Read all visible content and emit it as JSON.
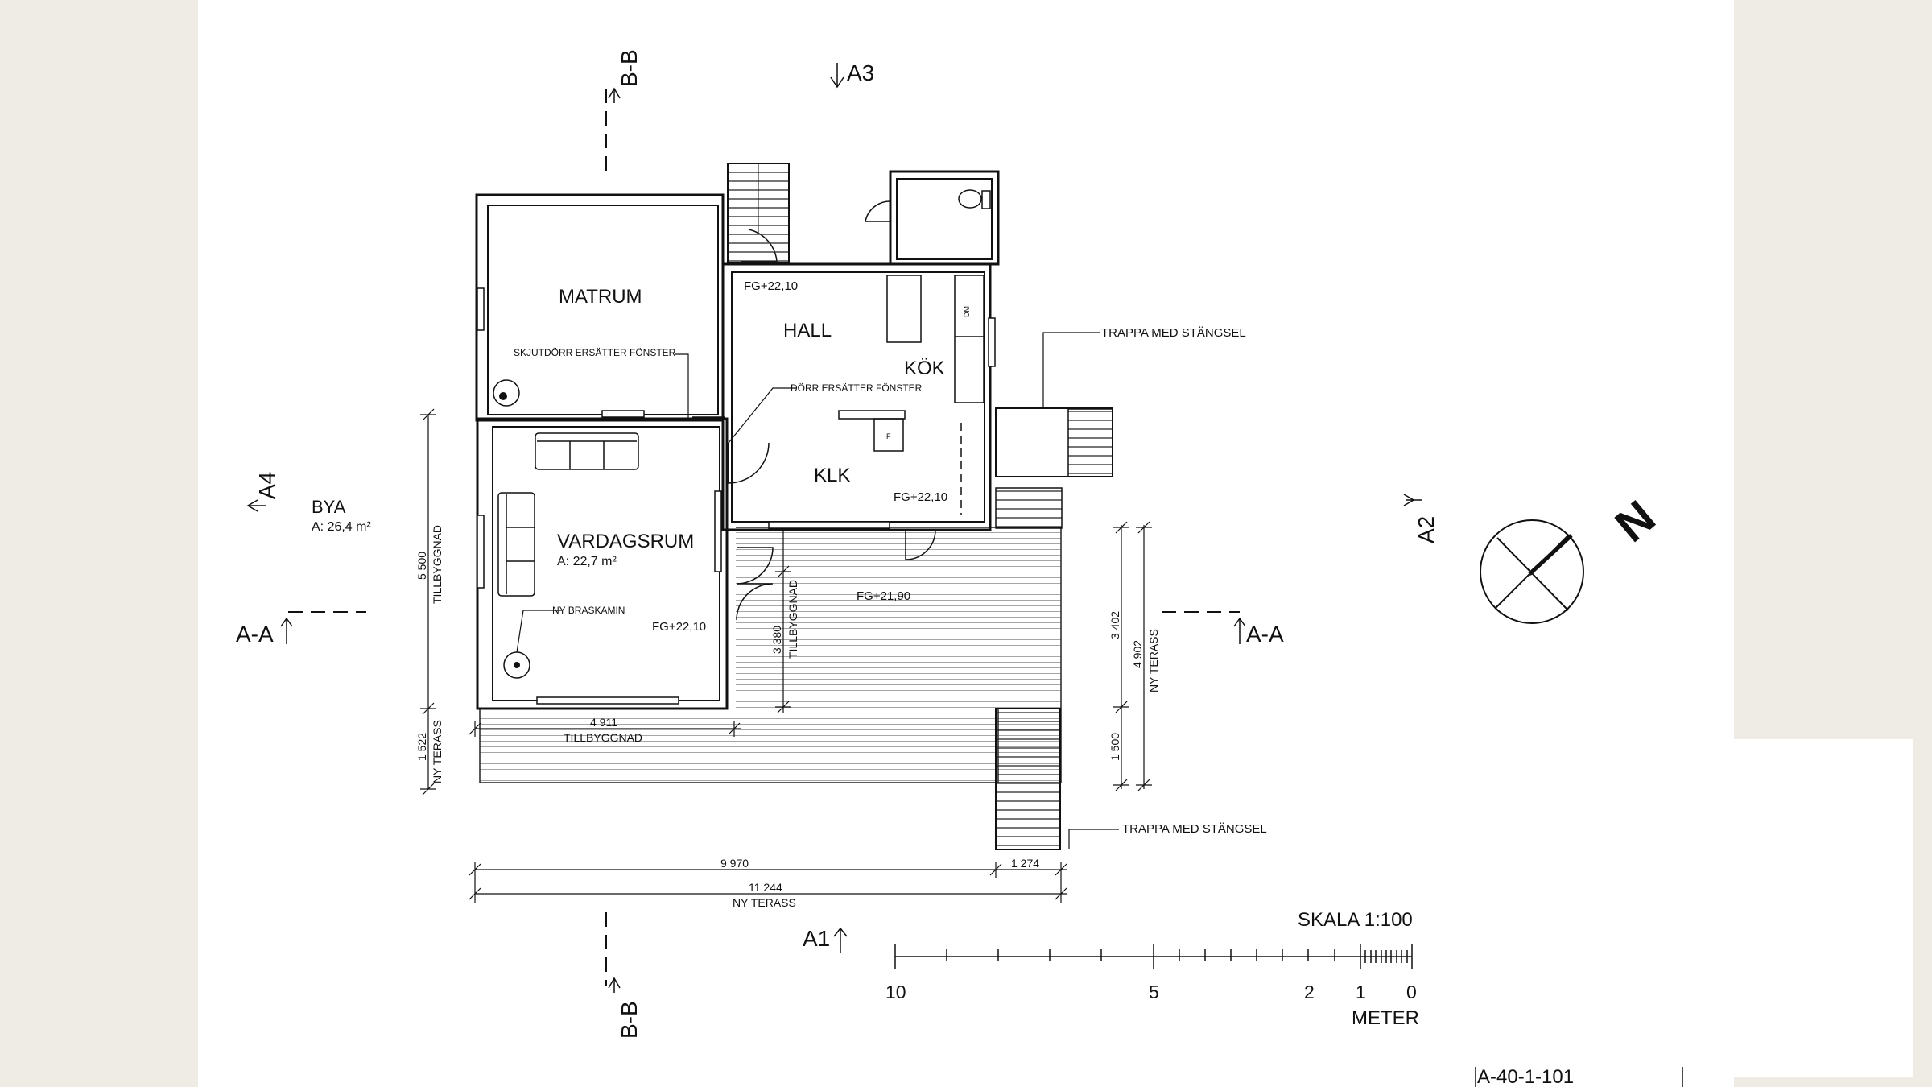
{
  "rooms": {
    "matrum": "MATRUM",
    "hall": "HALL",
    "kok": "KÖK",
    "klk": "KLK",
    "vardagsrum": "VARDAGSRUM",
    "vardagsrum_area": "A: 22,7 m²"
  },
  "bya": {
    "label": "BYA",
    "area": "A: 26,4 m²"
  },
  "notes": {
    "skjutdorr": "SKJUTDÖRR ERSÄTTER FÖNSTER",
    "dorr": "DÖRR ERSÄTTER FÖNSTER",
    "braskamin": "NY BRASKAMIN",
    "trappa_top": "TRAPPA MED STÄNGSEL",
    "trappa_bottom": "TRAPPA MED STÄNGSEL",
    "dm": "DM",
    "f": "F"
  },
  "levels": {
    "hall": "FG+22,10",
    "klk": "FG+22,10",
    "vardagsrum": "FG+22,10",
    "terrace": "FG+21,90"
  },
  "sections": {
    "bb_top": "B-B",
    "bb_bottom": "B-B",
    "aa_left": "A-A",
    "aa_right": "A-A",
    "a1": "A1",
    "a2": "A2",
    "a3": "A3",
    "a4": "A4"
  },
  "dimensions": {
    "left_5500": "5 500",
    "left_tillbyggnad": "TILLBYGGNAD",
    "left_1522": "1 522",
    "left_ny_terass": "NY TERASS",
    "mid_3380": "3 380",
    "mid_tillbyggnad": "TILLBYGGNAD",
    "bottom_4911": "4 911",
    "bottom_tillbyggnad": "TILLBYGGNAD",
    "right_3402": "3 402",
    "right_1500": "1 500",
    "right_4902": "4 902",
    "right_ny_terass": "NY TERASS",
    "overall_9970": "9 970",
    "overall_1274": "1 274",
    "overall_11244": "11 244",
    "overall_ny_terass": "NY TERASS"
  },
  "scale": {
    "title": "SKALA 1:100",
    "ticks": [
      "10",
      "5",
      "2",
      "1",
      "0"
    ],
    "unit": "METER"
  },
  "north": "N",
  "drawing_number": "A-40-1-101"
}
